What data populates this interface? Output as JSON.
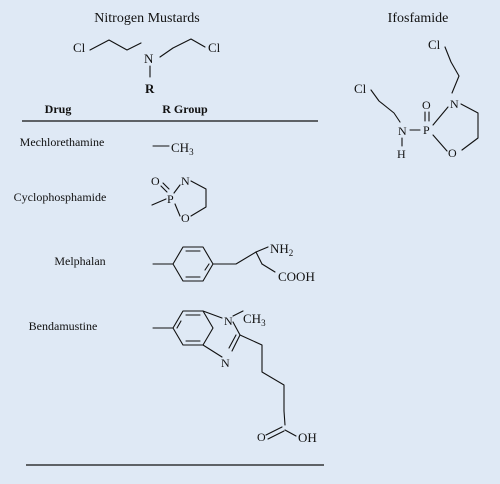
{
  "headings": {
    "left_title": "Nitrogen Mustards",
    "right_title": "Ifosfamide"
  },
  "table": {
    "col_drug": "Drug",
    "col_rgroup": "R Group"
  },
  "drugs": [
    {
      "name": "Mechlorethamine",
      "r_group_text": "CH",
      "r_group_sub": "3"
    },
    {
      "name": "Cyclophosphamide"
    },
    {
      "name": "Melphalan"
    },
    {
      "name": "Bendamustine"
    }
  ],
  "atoms": {
    "Cl": "Cl",
    "N": "N",
    "R": "R",
    "O": "O",
    "P": "P",
    "H": "H",
    "NH": "NH",
    "NH_sub": "2",
    "COOH": "COOH",
    "CH": "CH",
    "CH_sub": "3",
    "OH": "OH"
  },
  "colors": {
    "background": "#dfe9f5",
    "ink": "#111111"
  }
}
